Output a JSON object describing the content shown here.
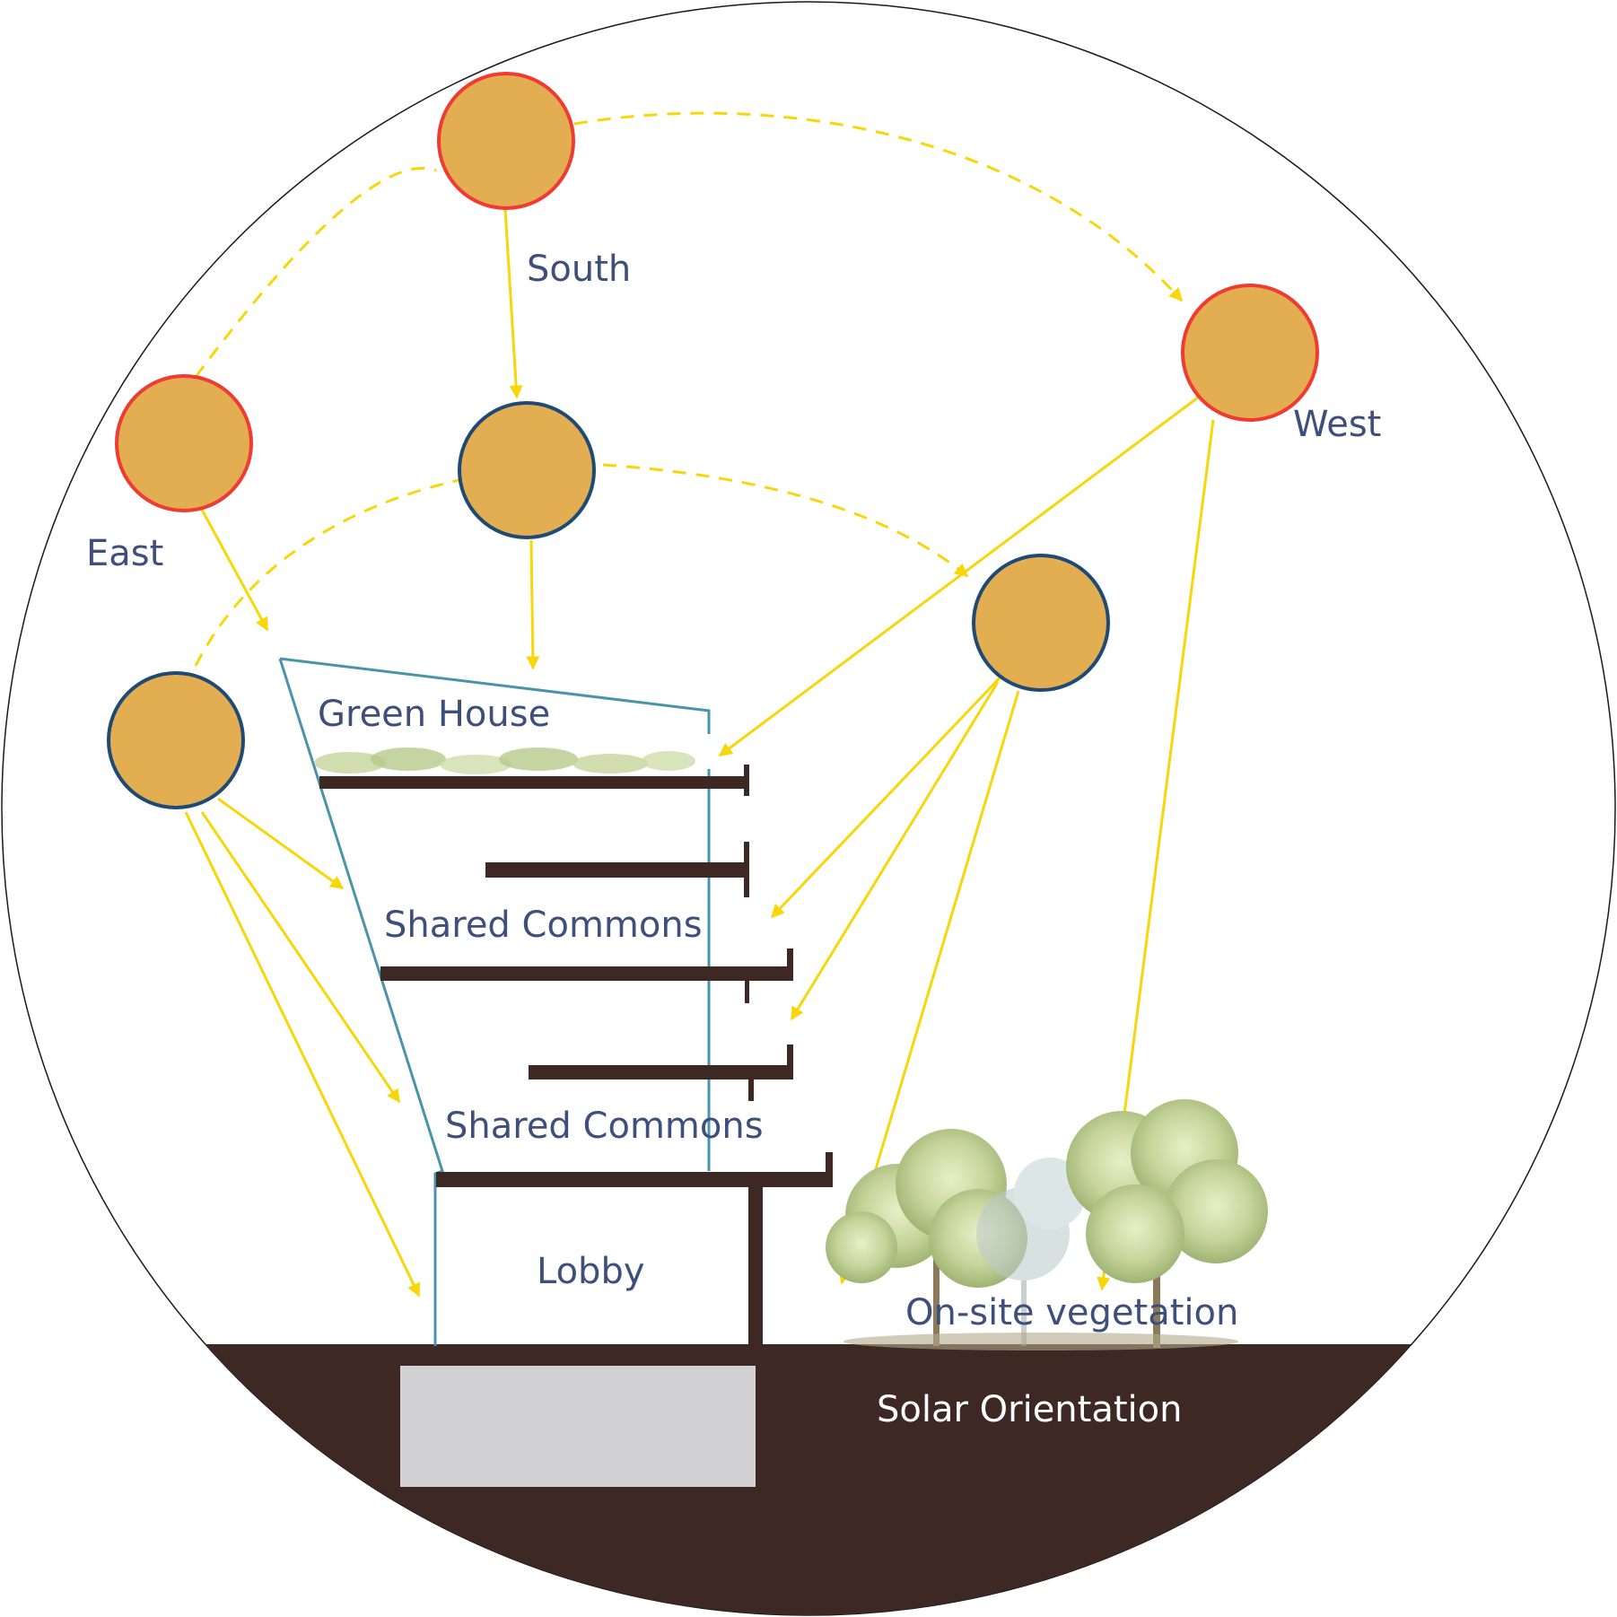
{
  "labels": {
    "south": "South",
    "east": "East",
    "west": "West",
    "green_house": "Green House",
    "shared_commons_upper": "Shared Commons",
    "shared_commons_lower": "Shared Commons",
    "lobby": "Lobby",
    "vegetation": "On-site vegetation",
    "title": "Solar Orientation"
  },
  "colors": {
    "sun_fill": "#e3ad52",
    "summer_sun_stroke": "#ef3b32",
    "winter_sun_stroke": "#1f4a75",
    "ray": "#f7d70a",
    "ground": "#3d2823",
    "slab": "#3d2823",
    "glass_outline": "#4a94ab",
    "basement": "#d2d2d4",
    "label": "#3d4f7a"
  }
}
